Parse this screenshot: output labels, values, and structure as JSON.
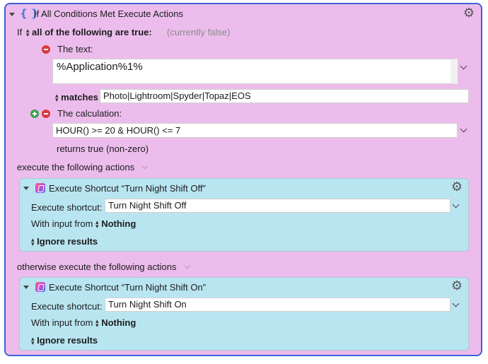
{
  "header": {
    "title": "If All Conditions Met Execute Actions",
    "braces_icon": "{ }"
  },
  "condition": {
    "if_label": "If",
    "quantifier": "all of the following are true:",
    "state": "(currently false)",
    "text_condition": {
      "label": "The text:",
      "value": "%Application%1%",
      "operator": "matches",
      "pattern": "Photo|Lightroom|Spyder|Topaz|EOS"
    },
    "calc_condition": {
      "label": "The calculation:",
      "value": "HOUR() >= 20 & HOUR() <= 7",
      "result_note": "returns true (non-zero)"
    }
  },
  "then_label": "execute the following actions",
  "else_label": "otherwise execute the following actions",
  "actions": [
    {
      "title": "Execute Shortcut “Turn Night Shift Off”",
      "shortcut_label": "Execute shortcut:",
      "shortcut_value": "Turn Night Shift Off",
      "input_label": "With input from",
      "input_value": "Nothing",
      "results_label": "Ignore results"
    },
    {
      "title": "Execute Shortcut “Turn Night Shift On”",
      "shortcut_label": "Execute shortcut:",
      "shortcut_value": "Turn Night Shift On",
      "input_label": "With input from",
      "input_value": "Nothing",
      "results_label": "Ignore results"
    }
  ],
  "colors": {
    "outer_bg": "#ecbdec",
    "outer_border": "#3f62d6",
    "action_bg": "#b9e5f1"
  }
}
